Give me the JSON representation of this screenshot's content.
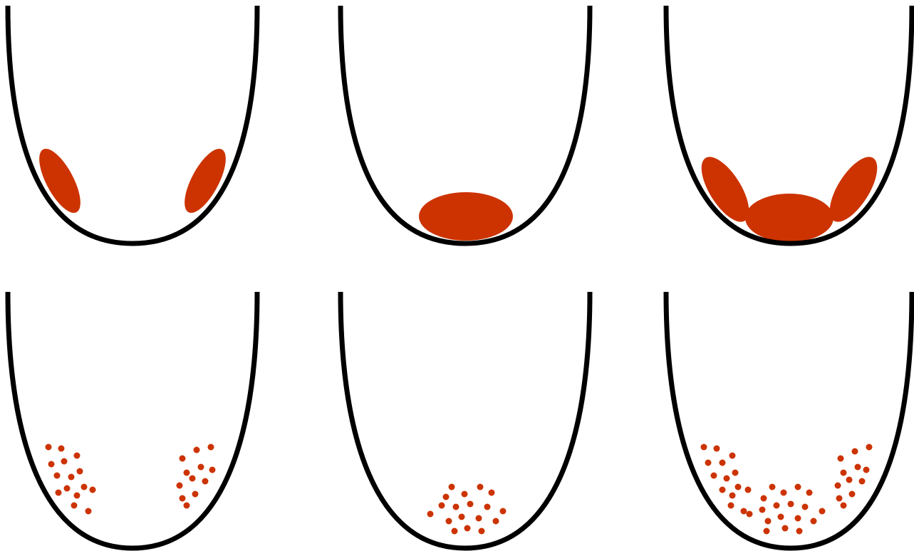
{
  "diagram": {
    "description_visible_text": "",
    "colors": {
      "well_stroke": "#000000",
      "fill": "#cc3300",
      "background": "#ffffff"
    },
    "rows": [
      {
        "row": "top",
        "style": "continuous",
        "panels": [
          {
            "panel": "left",
            "distribution": "two-side-lobes"
          },
          {
            "panel": "middle",
            "distribution": "single-bottom-blob"
          },
          {
            "panel": "right",
            "distribution": "combined-lobes-and-bottom"
          }
        ]
      },
      {
        "row": "bottom",
        "style": "particles",
        "panels": [
          {
            "panel": "left",
            "distribution": "two-side-clusters"
          },
          {
            "panel": "middle",
            "distribution": "single-bottom-cluster"
          },
          {
            "panel": "right",
            "distribution": "spread-across-bottom"
          }
        ]
      }
    ]
  }
}
